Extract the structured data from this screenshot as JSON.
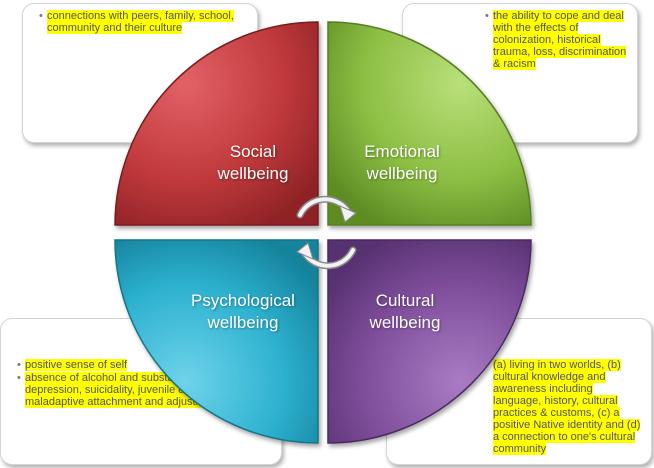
{
  "quadrants": {
    "social": {
      "title": "Social",
      "subtitle": "wellbeing",
      "color": "#c0393b"
    },
    "emotional": {
      "title": "Emotional",
      "subtitle": "wellbeing",
      "color": "#8cbe43"
    },
    "psychological": {
      "title": "Psychological",
      "subtitle": "wellbeing",
      "color": "#2cb1cf"
    },
    "cultural": {
      "title": "Cultural",
      "subtitle": "wellbeing",
      "color": "#7e4d9b"
    }
  },
  "notes": {
    "social": [
      "connections with peers, family, school, community and their culture"
    ],
    "emotional": [
      "the ability to cope and deal with the effects of colonization, historical trauma, loss, discrimination & racism"
    ],
    "psychological": [
      "positive sense of self",
      "absence of alcohol and substance abuse, depression, suicidality, juvenile delinquency, and maladaptive attachment and adjustment patterns"
    ],
    "cultural": [
      "(a) living in two worlds, (b) cultural knowledge and awareness including language, history, cultural practices & customs, (c) a positive Native identity and (d) a connection to one's cultural community"
    ]
  },
  "icons": {
    "center": "circular-arrows-icon"
  },
  "colors": {
    "highlight": "#ffff00"
  }
}
